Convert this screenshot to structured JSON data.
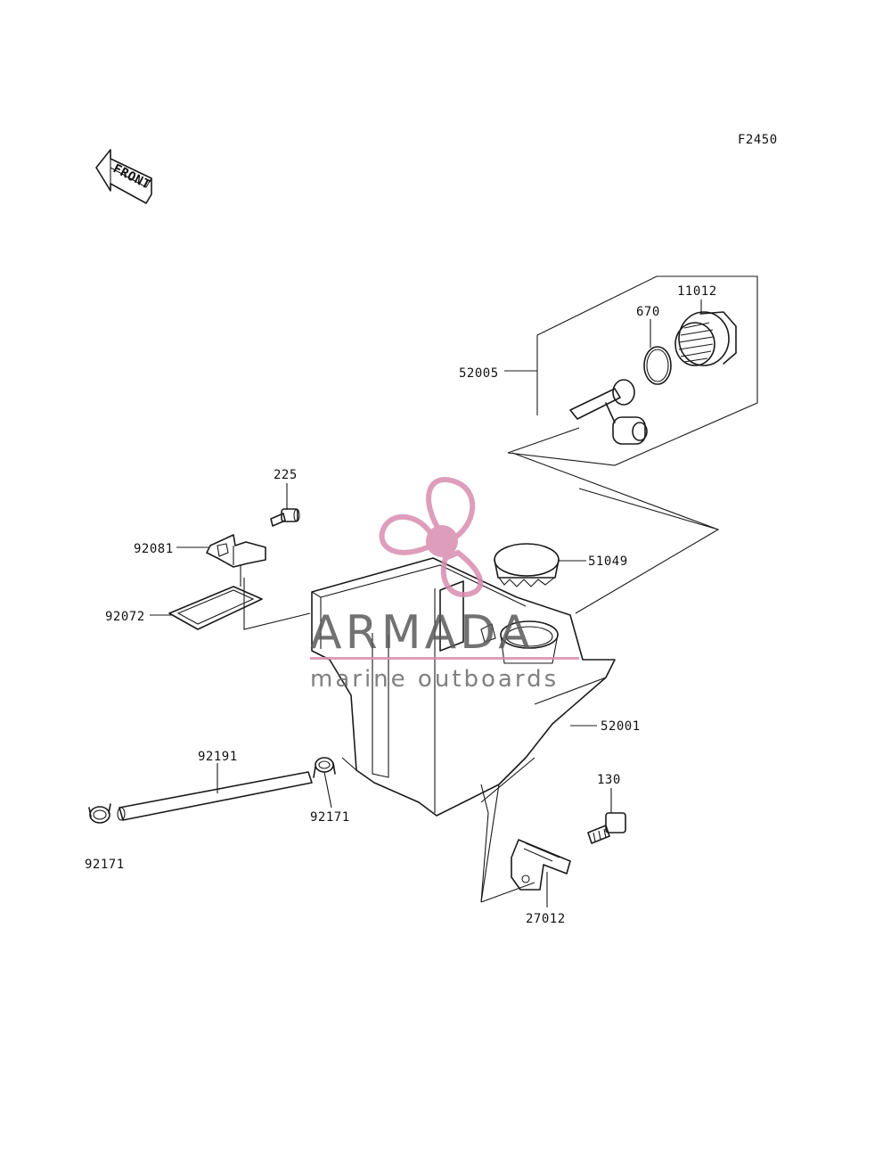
{
  "figure_code": "F2450",
  "front_arrow_text": "FRONT",
  "watermark": {
    "brand": "ARMADA",
    "tagline": "marine outboards",
    "brand_color": "#5a5a5a",
    "accent_color": "#d98cb0"
  },
  "callouts": [
    {
      "id": "11012"
    },
    {
      "id": "670"
    },
    {
      "id": "52005"
    },
    {
      "id": "225"
    },
    {
      "id": "92081"
    },
    {
      "id": "51049"
    },
    {
      "id": "92072"
    },
    {
      "id": "52001"
    },
    {
      "id": "92191"
    },
    {
      "id": "130"
    },
    {
      "id": "92171"
    },
    {
      "id": "92171"
    },
    {
      "id": "27012"
    }
  ]
}
